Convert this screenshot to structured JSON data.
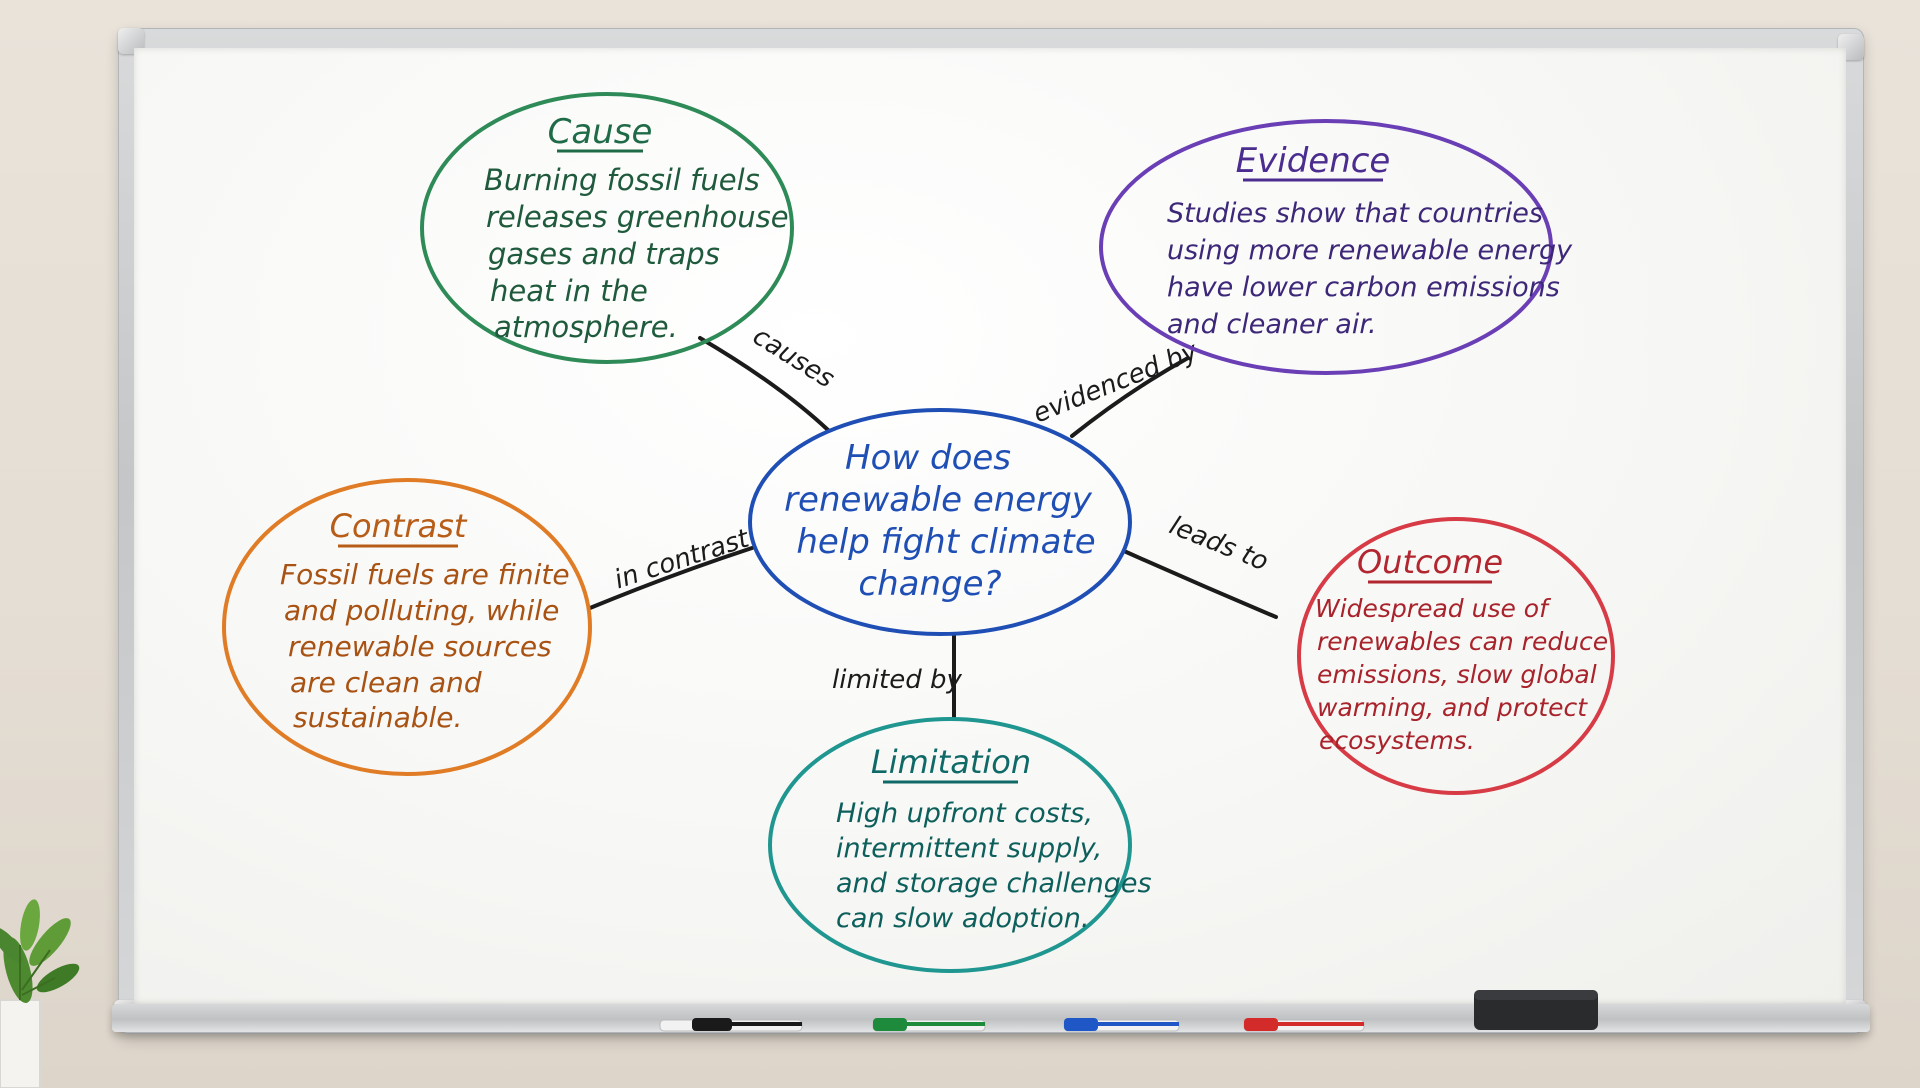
{
  "center": {
    "lines": [
      "How does",
      "renewable energy",
      "help fight climate",
      "change?"
    ],
    "color": "#1f4fb4"
  },
  "nodes": [
    {
      "id": "cause",
      "title": "Cause",
      "color": "#2e8b57",
      "lines": [
        "Burning fossil fuels",
        "releases greenhouse",
        "gases and traps",
        "heat in the",
        "atmosphere."
      ],
      "link_label": "causes"
    },
    {
      "id": "evidence",
      "title": "Evidence",
      "color": "#6a3fb5",
      "lines": [
        "Studies show that countries",
        "using more renewable energy",
        "have lower carbon emissions",
        "and cleaner air."
      ],
      "link_label": "evidenced by"
    },
    {
      "id": "contrast",
      "title": "Contrast",
      "color": "#d9741f",
      "lines": [
        "Fossil fuels are finite",
        "and polluting, while",
        "renewable sources",
        "are clean and",
        "sustainable."
      ],
      "link_label": "in contrast"
    },
    {
      "id": "outcome",
      "title": "Outcome",
      "color": "#c8303a",
      "lines": [
        "Widespread use of",
        "renewables can reduce",
        "emissions, slow global",
        "warming, and protect",
        "ecosystems."
      ],
      "link_label": "leads to"
    },
    {
      "id": "limitation",
      "title": "Limitation",
      "color": "#17807c",
      "lines": [
        "High upfront costs,",
        "intermittent supply,",
        "and storage challenges",
        "can slow adoption."
      ],
      "link_label": "limited by"
    }
  ],
  "markers": [
    {
      "name": "black-marker",
      "color": "#1a1a1a"
    },
    {
      "name": "green-marker",
      "color": "#1e8a3c"
    },
    {
      "name": "blue-marker",
      "color": "#1f57c7"
    },
    {
      "name": "red-marker",
      "color": "#d32a2a"
    }
  ]
}
